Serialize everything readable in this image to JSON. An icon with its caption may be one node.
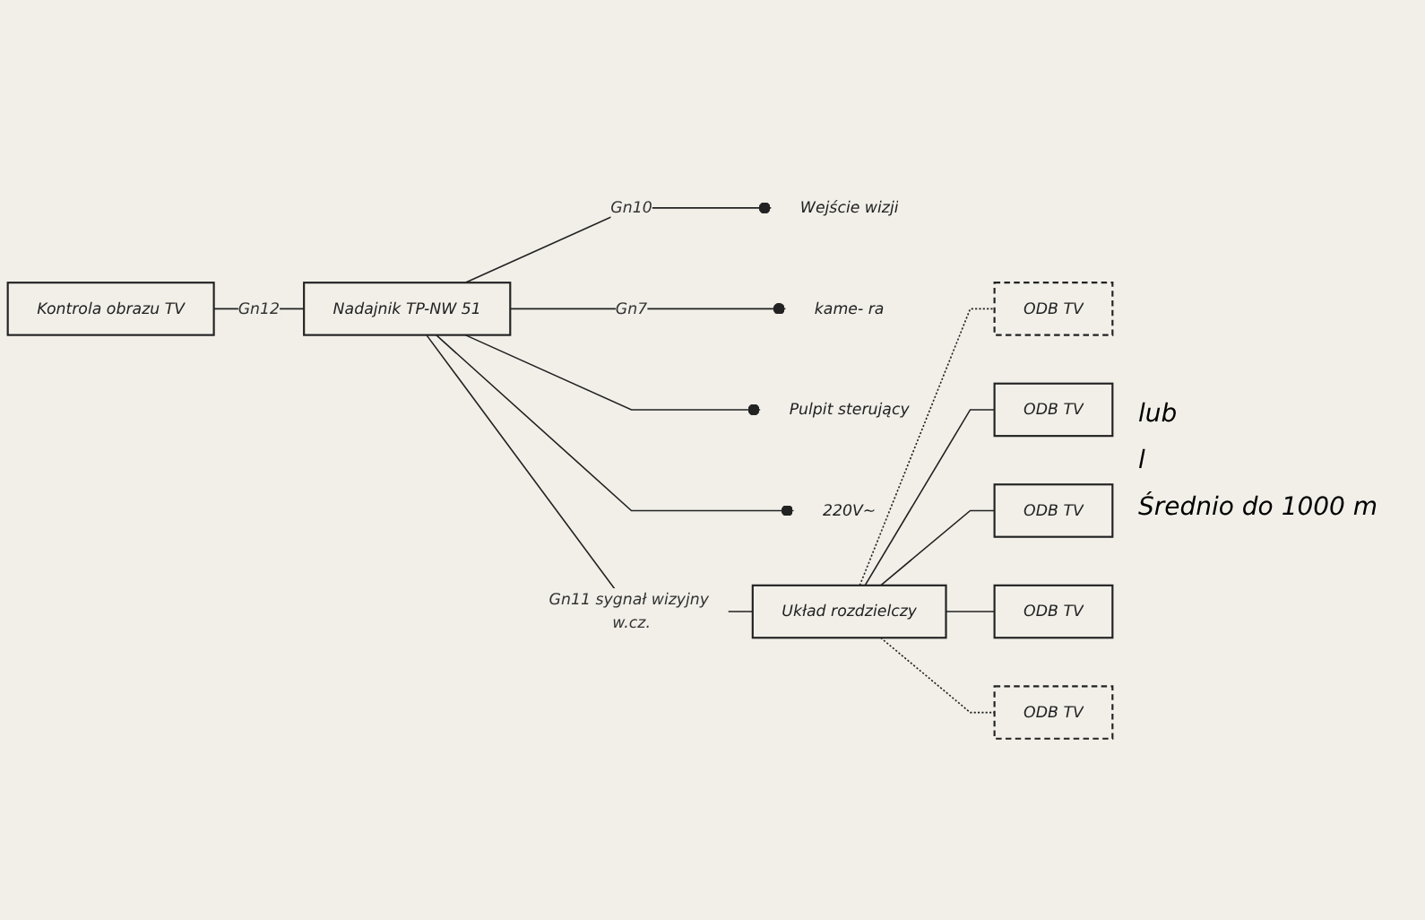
{
  "diagram": {
    "nodes": [
      {
        "text": [
          "Kontrola obrazu TV"
        ]
      },
      {
        "text": [
          "Nadajnik TP-NW 51"
        ]
      },
      {
        "text": [
          "Wejście wizji"
        ]
      },
      {
        "text": [
          "kame- ra"
        ]
      },
      {
        "text": [
          "Pulpit sterujący"
        ]
      },
      {
        "text": [
          "220V~"
        ]
      },
      {
        "text": [
          "Układ rozdzielczy"
        ]
      },
      {
        "text": [
          "ODB TV"
        ]
      },
      {
        "text": [
          "ODB TV"
        ]
      },
      {
        "text": [
          "ODB TV"
        ]
      },
      {
        "text": [
          "ODB TV"
        ]
      },
      {
        "text": [
          "ODB TV"
        ]
      }
    ],
    "edges": [
      {
        "from": 0,
        "to": 1,
        "arrow": "none",
        "label": "Gn12"
      },
      {
        "from": 1,
        "to": 2,
        "arrow": "other",
        "label": "Gn10"
      },
      {
        "from": 1,
        "to": 3,
        "arrow": "other",
        "label": "Gn7"
      },
      {
        "from": 1,
        "to": 4,
        "arrow": "other"
      },
      {
        "from": 1,
        "to": 5,
        "arrow": "other"
      },
      {
        "from": 1,
        "to": 6,
        "arrow": "none",
        "label": "Gn11 sygnał wizyjny w.cz."
      },
      {
        "from": 6,
        "to": 7,
        "arrow": "none",
        "style": "dashed"
      },
      {
        "from": 6,
        "to": 8,
        "arrow": "none"
      },
      {
        "from": 6,
        "to": 9,
        "arrow": "none"
      },
      {
        "from": 6,
        "to": 10,
        "arrow": "none"
      },
      {
        "from": 6,
        "to": 11,
        "arrow": "none",
        "style": "dashed"
      }
    ],
    "labels": [
      "lub",
      "l",
      "Średnio do 1000 m"
    ]
  }
}
